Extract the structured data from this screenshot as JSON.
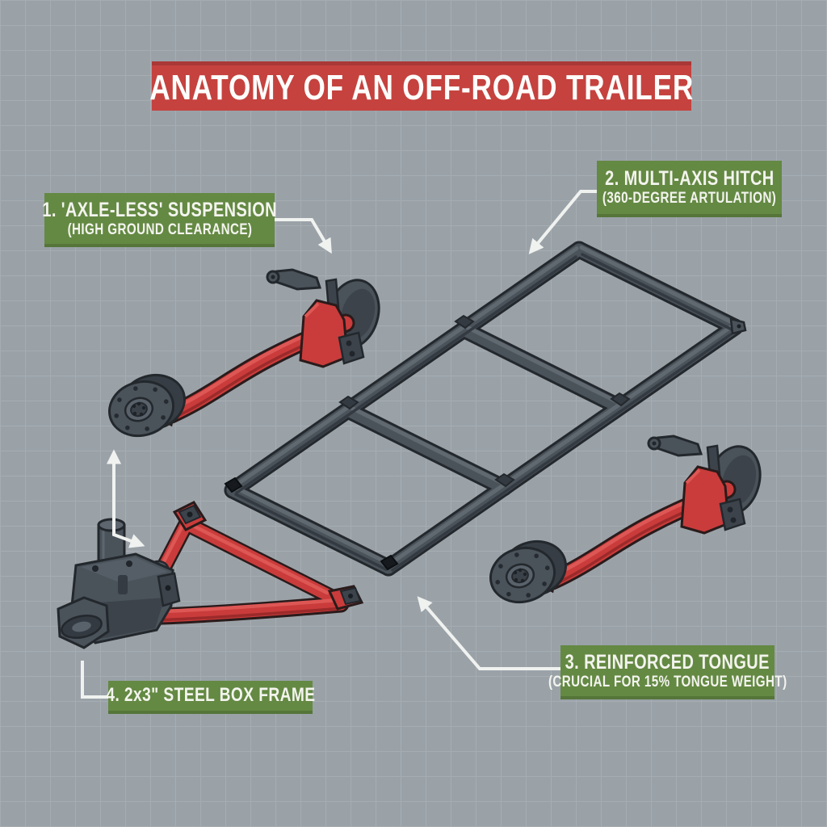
{
  "title": "ANATOMY OF AN OFF-ROAD TRAILER",
  "labels": [
    {
      "id": "suspension",
      "line1": "1. 'AXLE-LESS' SUSPENSION",
      "line2": "(HIGH GROUND CLEARANCE)"
    },
    {
      "id": "hitch",
      "line1": "2. MULTI-AXIS HITCH",
      "line2": "(360-DEGREE ARTULATION)"
    },
    {
      "id": "tongue",
      "line1": "3. REINFORCED TONGUE",
      "line2": "(CRUCIAL FOR 15% TONGUE WEIGHT)"
    },
    {
      "id": "frame",
      "line1": "4. 2x3\" STEEL BOX FRAME",
      "line2": ""
    }
  ],
  "colors": {
    "bg": "#9aa2a8",
    "grid-line": "#a6adb2",
    "banner-red": "#c5423f",
    "banner-red-dark": "#a93836",
    "label-green": "#648943",
    "part-red": "#c93c3b",
    "part-red-light": "#dd5755",
    "part-red-dark": "#9c2a2a",
    "outline-red": "#2a1b1b",
    "steel": "#4a525a",
    "steel-light": "#606870",
    "steel-dark": "#343a41",
    "outline-dark": "#23282d",
    "arrow-white": "#f0f2f0"
  }
}
